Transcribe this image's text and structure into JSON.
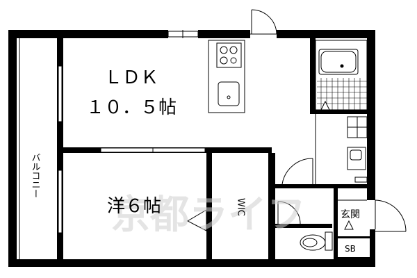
{
  "floorplan": {
    "ldk": {
      "name": "ＬＤＫ",
      "size": "１０．５帖"
    },
    "bedroom": {
      "name": "洋６帖"
    },
    "balcony": {
      "name": "バルコニー"
    },
    "wic": {
      "name": "WIC"
    },
    "entrance": {
      "name": "玄関"
    },
    "shoe_box": {
      "name": "SB"
    }
  },
  "watermark": {
    "text": "京都ライフ"
  },
  "colors": {
    "wall": "#000000",
    "watermark": "#cfcfcf",
    "background": "#ffffff"
  }
}
